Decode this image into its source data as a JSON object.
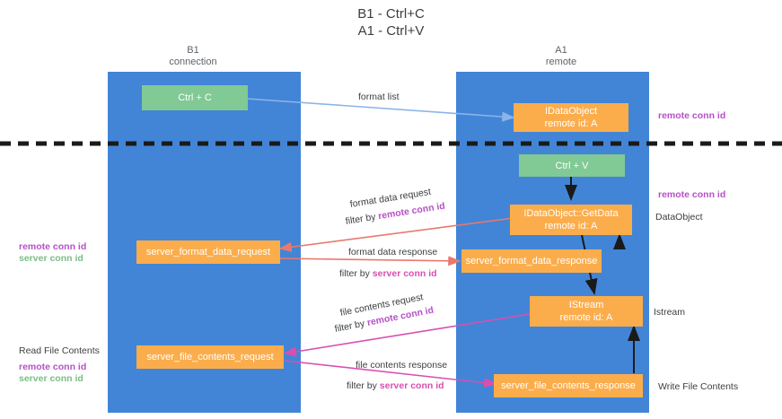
{
  "title": {
    "line1": "B1 - Ctrl+C",
    "line2": "A1 - Ctrl+V"
  },
  "columns": [
    {
      "name": "B1",
      "role": "connection"
    },
    {
      "name": "A1",
      "role": "remote"
    }
  ],
  "boxes": {
    "ctrl_c": "Ctrl + C",
    "ctrl_v": "Ctrl + V",
    "idataobject_line1": "IDataObject",
    "idataobject_line2": "remote id: A",
    "getdata_line1": "IDataObject::GetData",
    "getdata_line2": "remote id: A",
    "istream_line1": "IStream",
    "istream_line2": "remote id: A",
    "server_format_data_request": "server_format_data_request",
    "server_format_data_response": "server_format_data_response",
    "server_file_contents_request": "server_file_contents_request",
    "server_file_contents_response": "server_file_contents_response"
  },
  "arrows": {
    "format_list": "format list",
    "format_data_request": "format data request",
    "format_data_response": "format data response",
    "file_contents_request": "file contents request",
    "file_contents_response": "file contents response",
    "filter_by": "filter by ",
    "remote_conn_id": "remote conn id",
    "server_conn_id": "server conn id"
  },
  "side_labels": {
    "remote_conn_id_top": "remote conn id",
    "remote_conn_id_mid": "remote conn id",
    "dataobject": "DataObject",
    "istream": "Istream",
    "write_file_contents": "Write File Contents",
    "read_file_contents": "Read File Contents"
  },
  "legend": {
    "remote_conn_id": "remote conn id",
    "server_conn_id": "server conn id"
  },
  "colors": {
    "lane": "#4285d6",
    "green_box": "#81c995",
    "orange_box": "#fbad4c",
    "purple": "#b650c8",
    "green_text": "#7bbd87",
    "magenta": "#d94fb0",
    "red_arrow": "#e8796f",
    "blue_arrow": "#8ab4e8",
    "dark_arrow": "#1a1a1a",
    "divider": "#1a1a1a"
  }
}
